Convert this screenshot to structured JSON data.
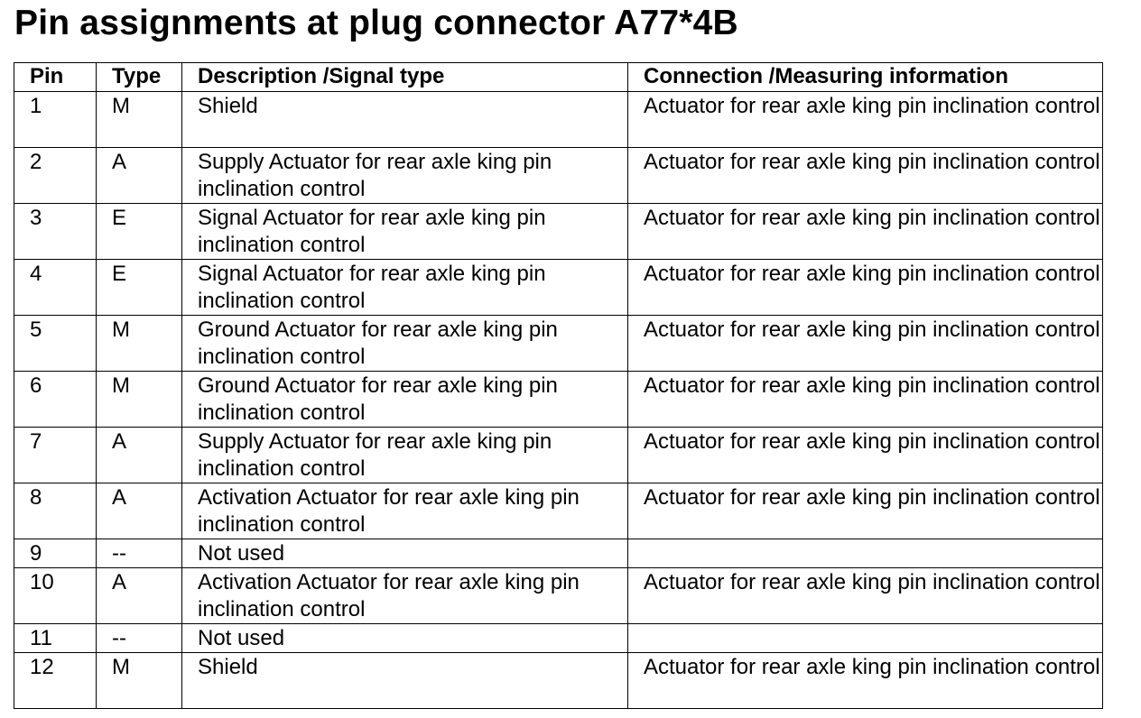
{
  "document": {
    "title": "Pin assignments at plug connector A77*4B"
  },
  "table": {
    "headers": {
      "pin": "Pin",
      "type": "Type",
      "description": "Description /Signal type",
      "connection": "Connection /Measuring information"
    },
    "rows": [
      {
        "pin": "1",
        "type": "M",
        "description": "Shield",
        "connection": "Actuator for rear axle king pin inclination control"
      },
      {
        "pin": "2",
        "type": "A",
        "description": "Supply Actuator for rear axle king pin inclination control",
        "connection": "Actuator for rear axle king pin inclination control"
      },
      {
        "pin": "3",
        "type": "E",
        "description": "Signal Actuator for rear axle king pin inclination control",
        "connection": "Actuator for rear axle king pin inclination control"
      },
      {
        "pin": "4",
        "type": "E",
        "description": "Signal Actuator for rear axle king pin inclination control",
        "connection": "Actuator for rear axle king pin inclination control"
      },
      {
        "pin": "5",
        "type": "M",
        "description": "Ground Actuator for rear axle king pin inclination control",
        "connection": "Actuator for rear axle king pin inclination control"
      },
      {
        "pin": "6",
        "type": "M",
        "description": "Ground Actuator for rear axle king pin inclination control",
        "connection": "Actuator for rear axle king pin inclination control"
      },
      {
        "pin": "7",
        "type": "A",
        "description": "Supply Actuator for rear axle king pin inclination control",
        "connection": "Actuator for rear axle king pin inclination control"
      },
      {
        "pin": "8",
        "type": "A",
        "description": "Activation Actuator for rear axle king pin inclination control",
        "connection": "Actuator for rear axle king pin inclination control"
      },
      {
        "pin": "9",
        "type": "--",
        "description": "Not used",
        "connection": ""
      },
      {
        "pin": "10",
        "type": "A",
        "description": "Activation Actuator for rear axle king pin inclination control",
        "connection": "Actuator for rear axle king pin inclination control"
      },
      {
        "pin": "11",
        "type": "--",
        "description": "Not used",
        "connection": ""
      },
      {
        "pin": "12",
        "type": "M",
        "description": "Shield",
        "connection": "Actuator for rear axle king pin inclination control"
      }
    ]
  }
}
